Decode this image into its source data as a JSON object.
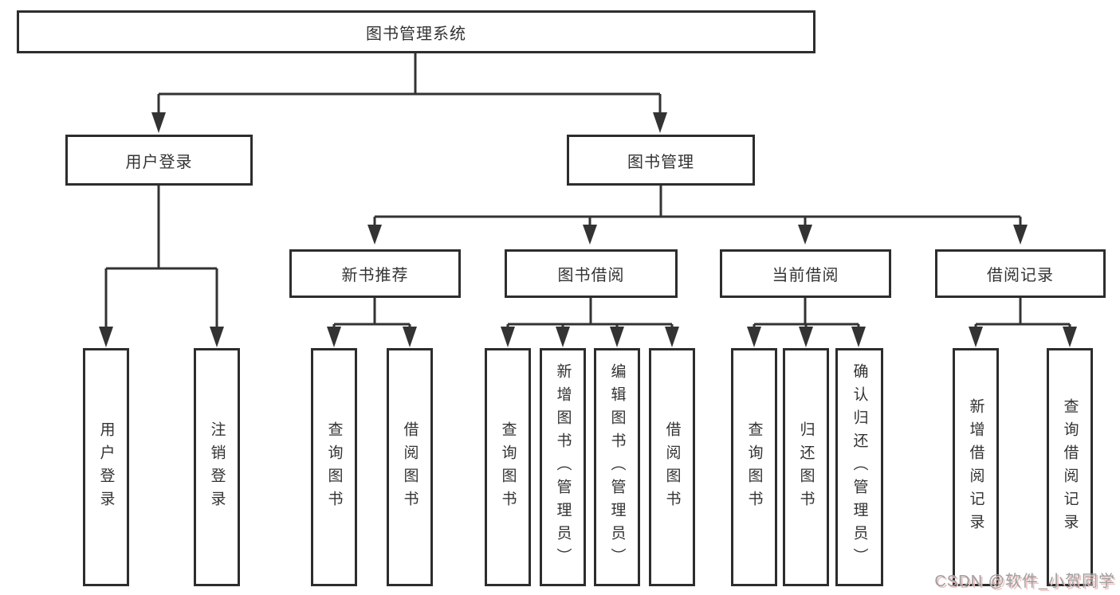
{
  "diagram": {
    "type": "hierarchy-tree",
    "line_color": "#333333",
    "box_border_color": "#2d2d2d",
    "box_fill": "#ffffff",
    "tree": {
      "root": {
        "label": "图书管理系统"
      },
      "children": [
        {
          "label": "用户登录",
          "children": [
            {
              "label": "用户登录"
            },
            {
              "label": "注销登录"
            }
          ]
        },
        {
          "label": "图书管理",
          "children": [
            {
              "label": "新书推荐",
              "children": [
                {
                  "label": "查询图书"
                },
                {
                  "label": "借阅图书"
                }
              ]
            },
            {
              "label": "图书借阅",
              "children": [
                {
                  "label": "查询图书"
                },
                {
                  "label": "新增图书（管理员）"
                },
                {
                  "label": "编辑图书（管理员）"
                },
                {
                  "label": "借阅图书"
                }
              ]
            },
            {
              "label": "当前借阅",
              "children": [
                {
                  "label": "查询图书"
                },
                {
                  "label": "归还图书"
                },
                {
                  "label": "确认归还（管理员）"
                }
              ]
            },
            {
              "label": "借阅记录",
              "children": [
                {
                  "label": "新增借阅记录"
                },
                {
                  "label": "查询借阅记录"
                }
              ]
            }
          ]
        }
      ]
    }
  },
  "watermark": {
    "text": "CSDN @软件_小贺同学",
    "color": "#9f9f9f",
    "accent": "#eec0c0"
  }
}
